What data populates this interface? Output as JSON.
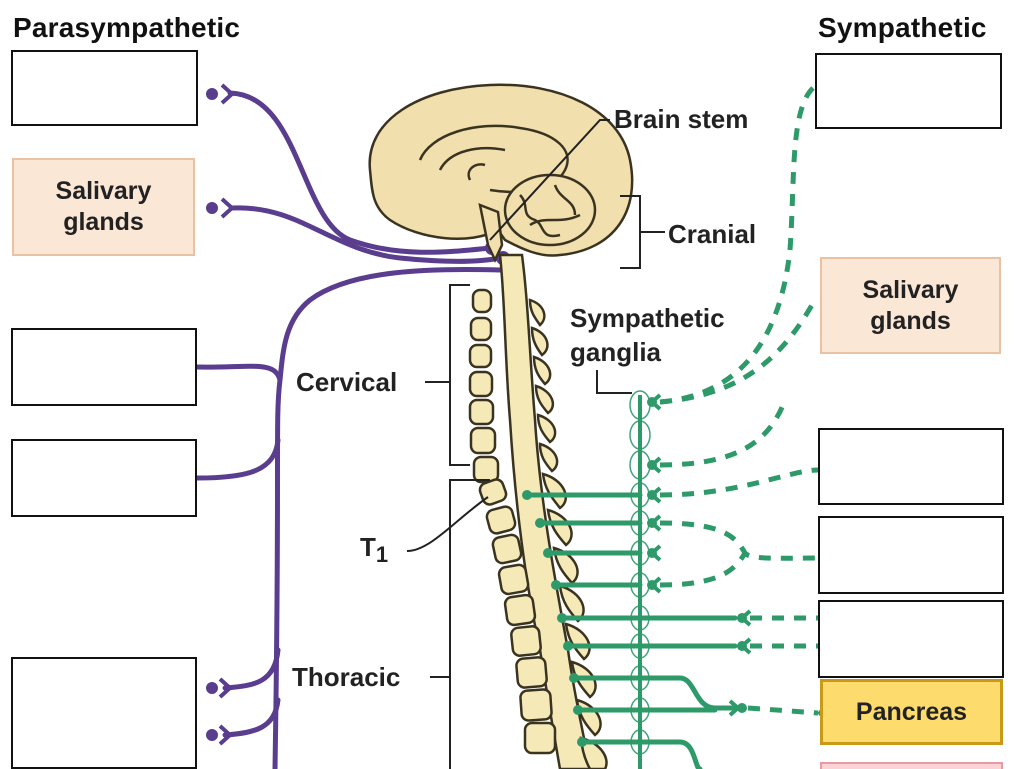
{
  "headings": {
    "left": "Parasympathetic",
    "right": "Sympathetic"
  },
  "labels": {
    "brain_stem": "Brain stem",
    "cranial": "Cranial",
    "sympathetic_ganglia_line1": "Sympathetic",
    "sympathetic_ganglia_line2": "ganglia",
    "cervical": "Cervical",
    "t1_main": "T",
    "t1_sub": "1",
    "thoracic": "Thoracic"
  },
  "organs": {
    "left_salivary_line1": "Salivary",
    "left_salivary_line2": "glands",
    "right_salivary_line1": "Salivary",
    "right_salivary_line2": "glands",
    "pancreas": "Pancreas"
  },
  "colors": {
    "parasympathetic": "#5a3d8e",
    "sympathetic": "#2e9a6a",
    "bone": "#f5e9b8",
    "bone_outline": "#3a3320",
    "brain_fill": "#f1dfae",
    "tan_box": "#fbe7d6",
    "pancreas_box": "#fddb6d",
    "pink_box": "#fbd3d6"
  }
}
